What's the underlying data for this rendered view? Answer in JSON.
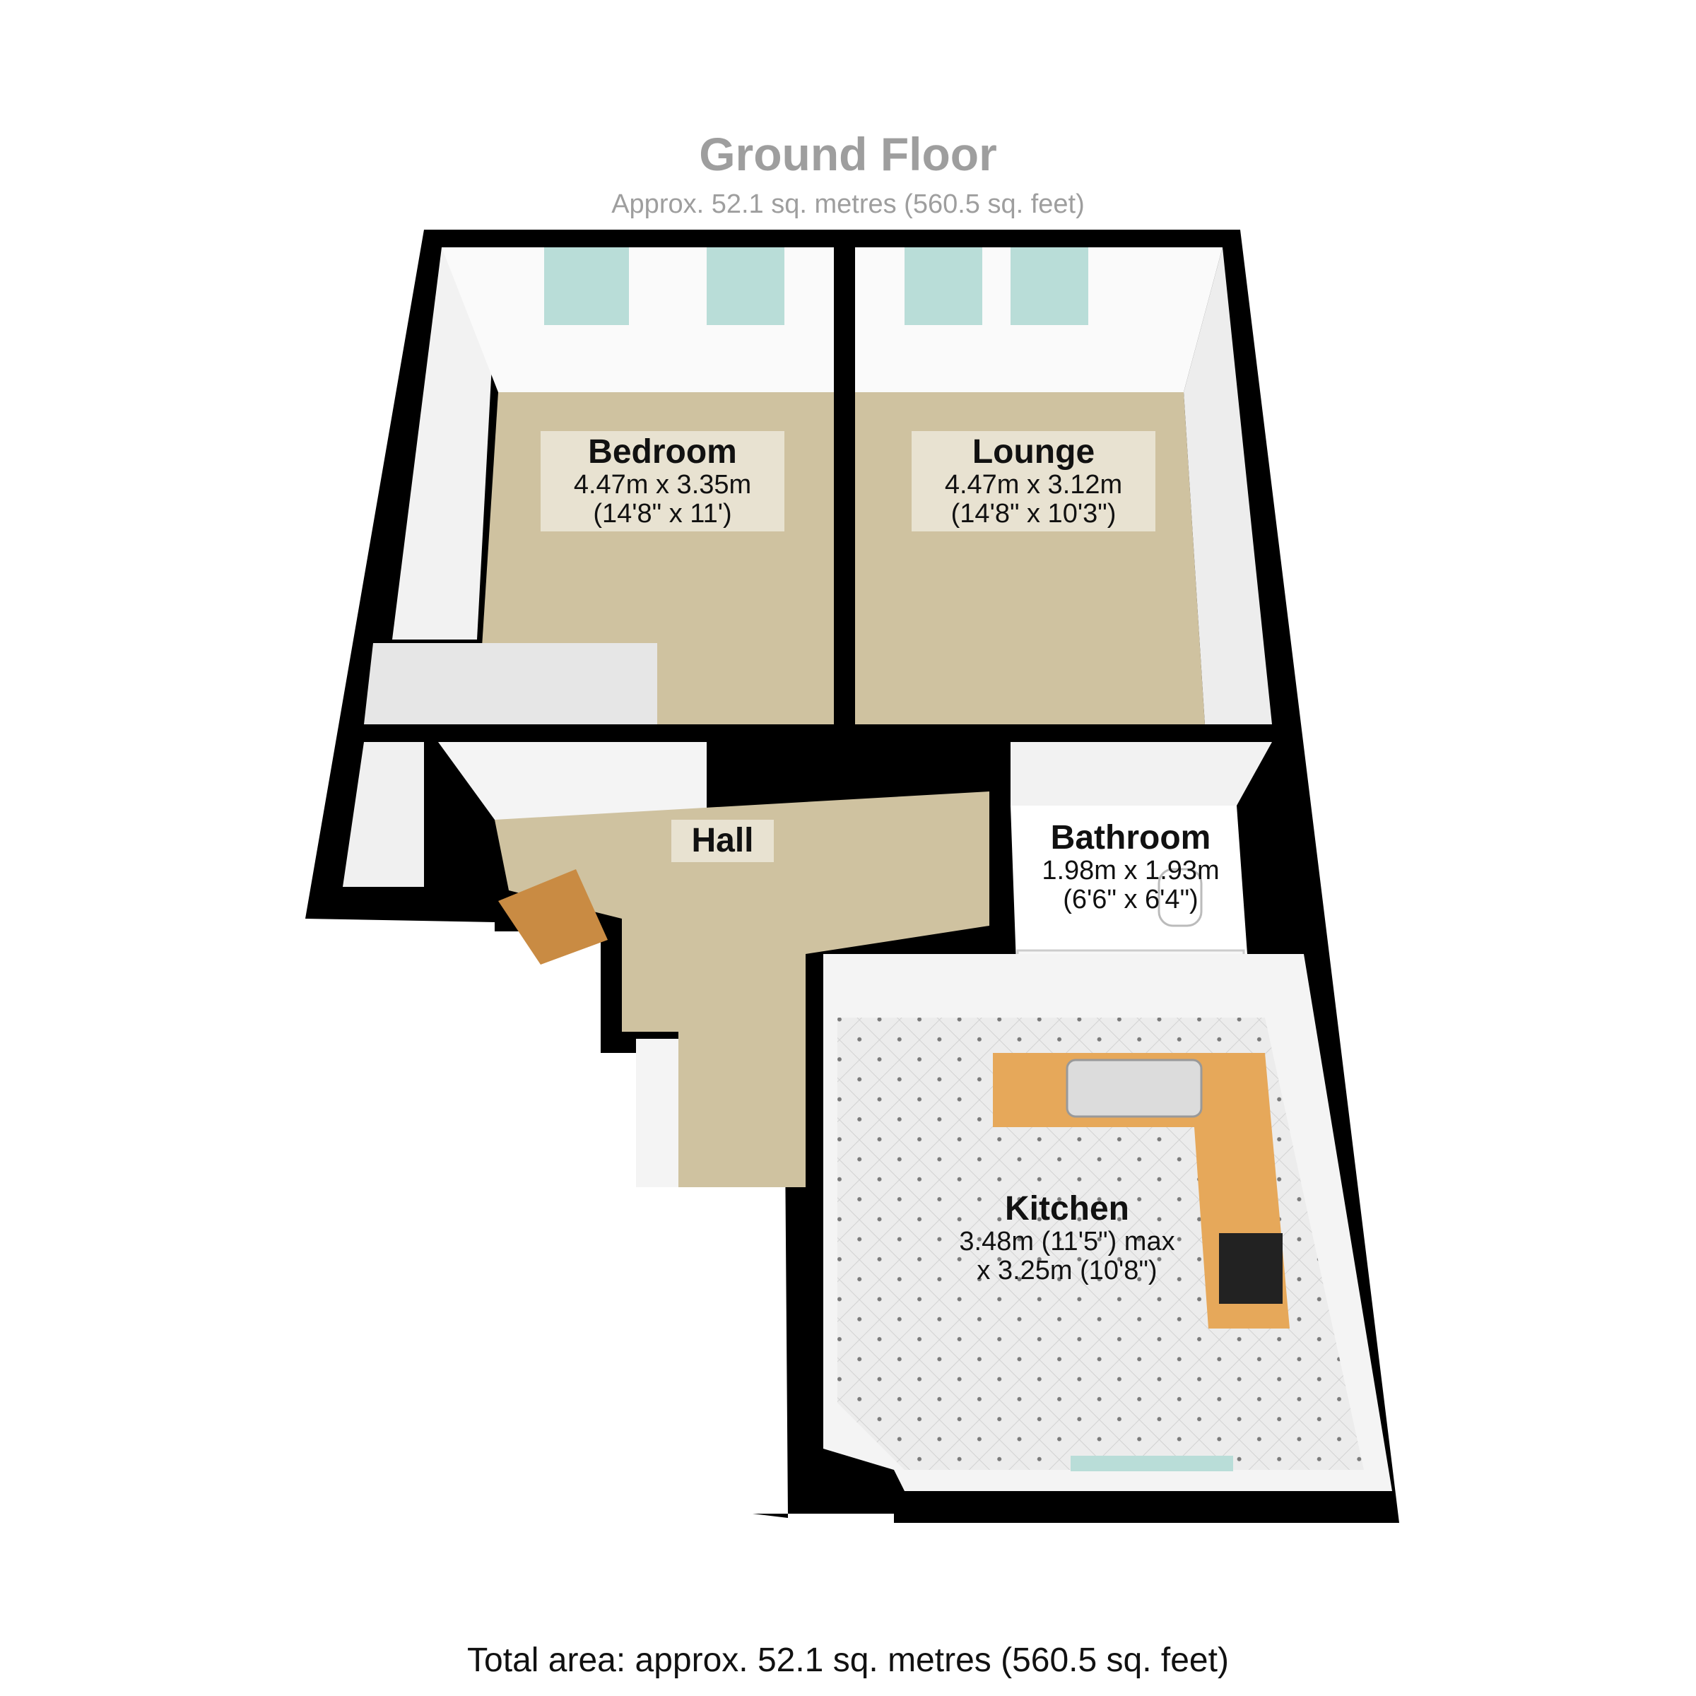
{
  "floor": {
    "title": "Ground Floor",
    "subtitle": "Approx. 52.1 sq. metres (560.5 sq. feet)"
  },
  "rooms": {
    "bedroom": {
      "name": "Bedroom",
      "dim_metric": "4.47m x 3.35m",
      "dim_imperial": "(14'8\" x 11')"
    },
    "lounge": {
      "name": "Lounge",
      "dim_metric": "4.47m x 3.12m",
      "dim_imperial": "(14'8\" x 10'3\")"
    },
    "hall": {
      "name": "Hall"
    },
    "bathroom": {
      "name": "Bathroom",
      "dim_metric": "1.98m x 1.93m",
      "dim_imperial": "(6'6\" x 6'4\")"
    },
    "kitchen": {
      "name": "Kitchen",
      "dim_line1": "3.48m (11'5\") max",
      "dim_line2": "x 3.25m (10'8\")"
    }
  },
  "footer": {
    "total": "Total area: approx. 52.1 sq. metres (560.5 sq. feet)"
  },
  "colors": {
    "wall": "#000000",
    "inner_wall": "#f4f4f4",
    "carpet": "#cfc2a0",
    "tile": "#ececec",
    "bath_floor": "#ffffff",
    "worktop": "#e6a85a",
    "door_front": "#c98b43",
    "window": "#b9ddd8"
  }
}
